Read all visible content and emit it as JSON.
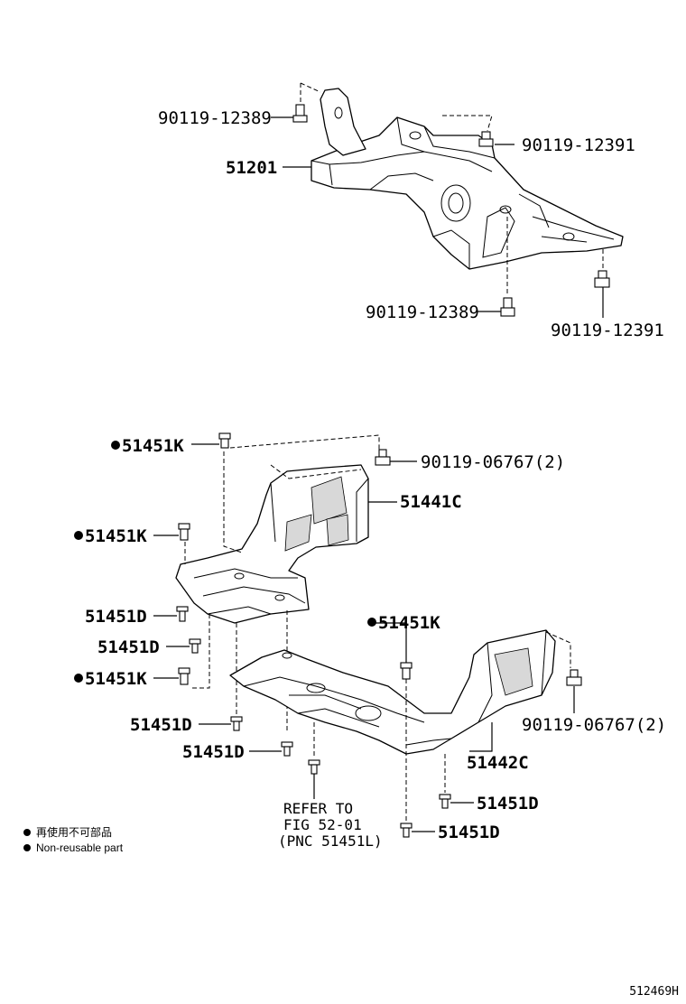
{
  "callouts": {
    "bolt_top_left": "90119-12389",
    "bolt_top_right": "90119-12391",
    "crossmember": "51201",
    "bolt_mid_bottom": "90119-12389",
    "bolt_right_bottom": "90119-12391",
    "clip_k1": "51451K",
    "bolt_front_cover": "90119-06767(2)",
    "front_cover": "51441C",
    "clip_k2": "51451K",
    "screw_d1": "51451D",
    "screw_d2": "51451D",
    "clip_k3": "51451K",
    "clip_k4": "51451K",
    "screw_d3": "51451D",
    "screw_d4": "51451D",
    "bolt_rear_cover": "90119-06767(2)",
    "rear_cover": "51442C",
    "screw_d5": "51451D",
    "screw_d6": "51451D"
  },
  "reference_note": {
    "line1": "REFER TO",
    "line2": "FIG 52-01",
    "line3": "(PNC 51451L)"
  },
  "legend": {
    "japanese": "再使用不可部品",
    "english": "Non-reusable part"
  },
  "diagram_id": "512469H"
}
